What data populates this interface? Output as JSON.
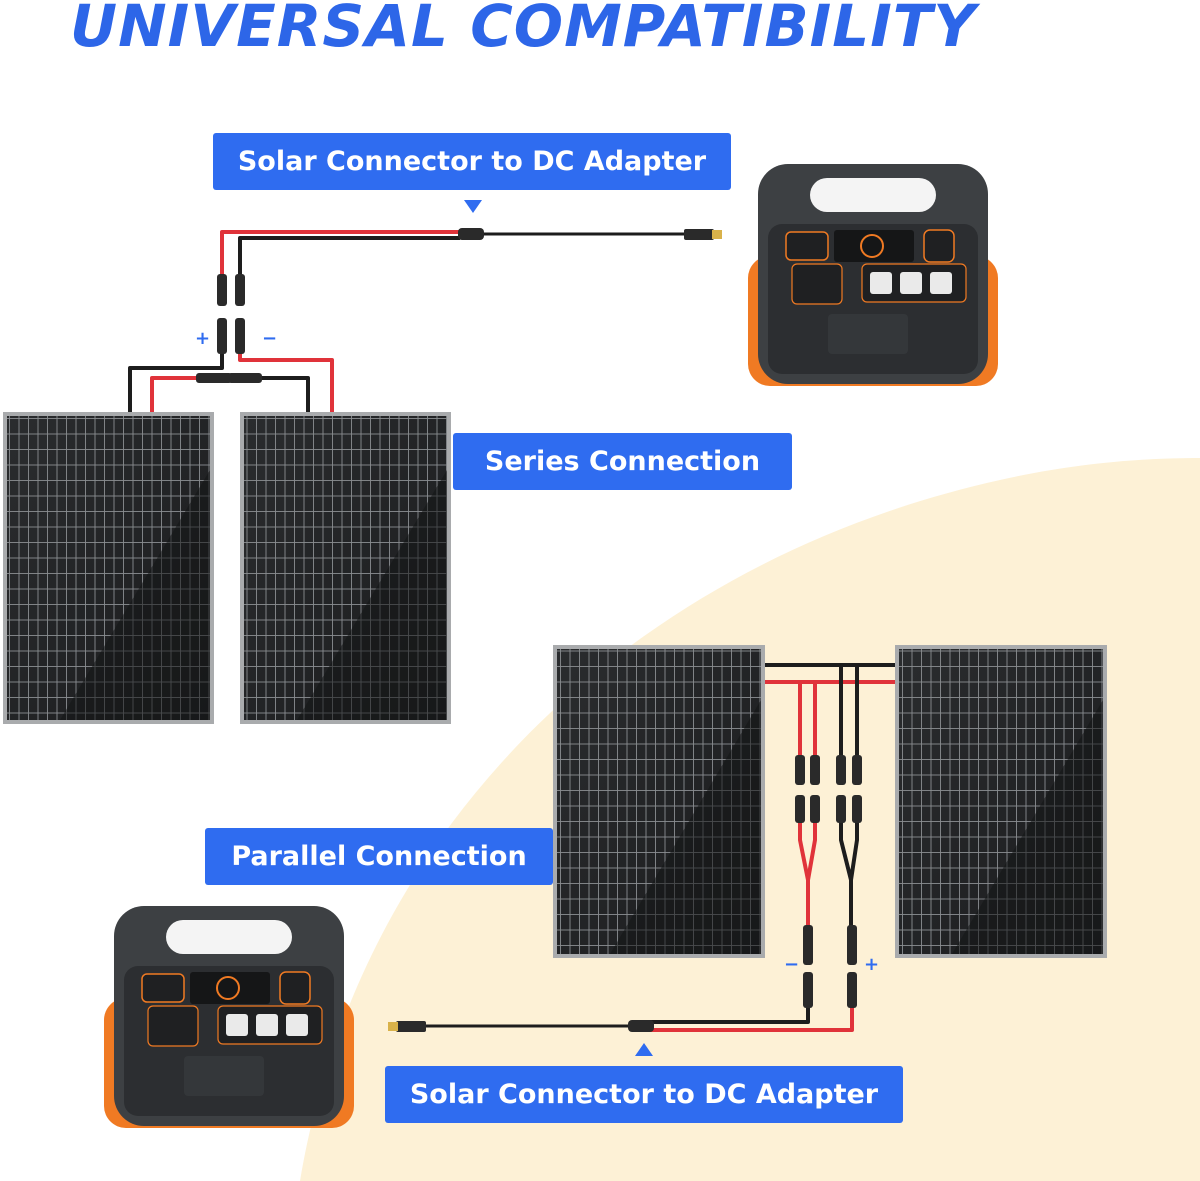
{
  "title": "UNIVERSAL COMPATIBILITY",
  "labels": {
    "top_adapter": "Solar Connector to DC Adapter",
    "series": "Series Connection",
    "parallel": "Parallel Connection",
    "bottom_adapter": "Solar Connector to DC Adapter"
  },
  "polarity": {
    "series_plus": "+",
    "series_minus": "−",
    "parallel_minus": "−",
    "parallel_plus": "+"
  },
  "colors": {
    "brand_blue": "#2d66e8",
    "label_blue": "#2f6cf0",
    "background_arc": "#fdf1d6",
    "wire_red": "#e0333a",
    "wire_black": "#1d1d1d",
    "panel_frame": "#a9abad",
    "station_body": "#3d4043",
    "station_accent": "#f07a23"
  },
  "icons": [
    "solar-panel-icon",
    "power-station-icon",
    "mc4-connector-icon",
    "dc-plug-icon",
    "arrow-down-icon",
    "arrow-up-icon"
  ]
}
